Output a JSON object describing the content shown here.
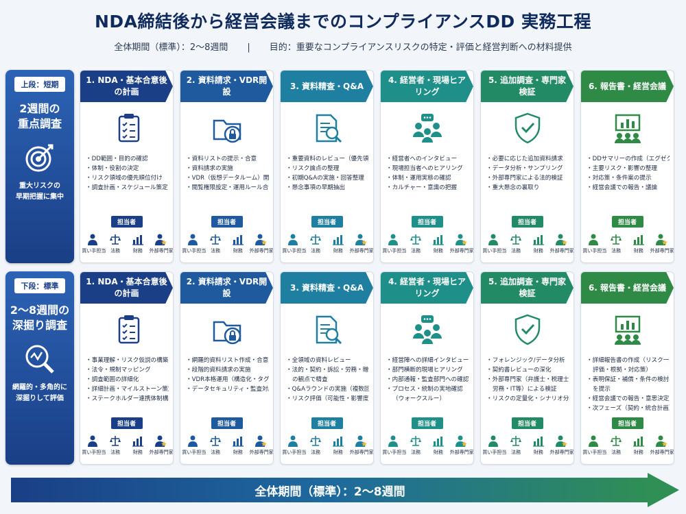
{
  "title": "NDA締結後から経営会議までのコンプライアンスDD 実務工程",
  "subtitle": {
    "period": "全体期間（標準）：2〜8週間",
    "divider": "|",
    "purpose": "目的：重要なコンプライアンスリスクの特定・評価と経営判断への材料提供"
  },
  "badge_label": "担当者",
  "roles": [
    "買い手担当",
    "法務",
    "財務",
    "外部専門家"
  ],
  "colors": [
    "#1a3f86",
    "#1f5a9e",
    "#1e7fa0",
    "#1f8f8a",
    "#238a66",
    "#2e8a45"
  ],
  "step_titles": [
    "1. NDA・基本合意後の計画",
    "2. 資料請求・VDR開設",
    "3. 資料精査・Q&A",
    "4. 経営者・現場ヒアリング",
    "5. 追加調査・専門家検証",
    "6. 報告書・経営会議"
  ],
  "step_icons": [
    "clipboard-checklist-icon",
    "cloud-folder-lock-icon",
    "document-magnifier-icon",
    "meeting-chat-icon",
    "shield-check-icon",
    "presentation-board-icon"
  ],
  "upper": {
    "tag": "上段：短期",
    "heading": [
      "2週間の",
      "重点調査"
    ],
    "icon": "target-icon",
    "desc": [
      "重大リスクの",
      "早期把握に集中"
    ],
    "steps": [
      [
        "DD範囲・目的の確認",
        "体制・役割の決定",
        "リスク領域の優先順位付け",
        "調査計画・スケジュール策定"
      ],
      [
        "資料リストの提示・合意",
        "資料請求の実施",
        "VDR（仮想データルーム）開設",
        "閲覧権限設定・運用ルール合意"
      ],
      [
        "重要資料のレビュー（優先領域）",
        "リスク論点の整理",
        "初期Q&Aの実施・回答整理",
        "懸念事項の早期抽出"
      ],
      [
        "経営者へのインタビュー",
        "現場担当者へのヒアリング",
        "体制・運用実態の確認",
        "カルチャー・意識の把握"
      ],
      [
        "必要に応じた追加資料請求",
        "データ分析・サンプリング",
        "外部専門家による法的検証",
        "重大懸念の裏取り"
      ],
      [
        "DDサマリーの作成（エグゼク）",
        "主要リスク・影響の整理",
        "対応策・条件案の提示",
        "経営会議での報告・議論"
      ]
    ]
  },
  "lower": {
    "tag": "下段：標準",
    "heading": [
      "2〜8週間の",
      "深掘り調査"
    ],
    "icon": "magnifier-chart-icon",
    "desc": [
      "網羅的・多角的に",
      "深掘りして評価"
    ],
    "steps": [
      [
        "事業理解・リスク仮説の構築",
        "法令・規制マッピング",
        "調査範囲の詳細化",
        "詳細計画・マイルストーン策定",
        "ステークホルダー連携体制構築"
      ],
      [
        "網羅的資料リスト作成・合意",
        "段階的資料請求の実施",
        "VDR本格運用（構造化・タグ付け）",
        "データセキュリティ・監査対応"
      ],
      [
        "全領域の資料レビュー",
        "法的・契約・訴訟・労務・贈収賄等",
        "の観点で精査",
        "Q&Aラウンドの実施（複数回）",
        "リスク評価（可能性・影響度）"
      ],
      [
        "経営陣への詳細インタビュー",
        "部門横断的現場ヒアリング",
        "内部通報・監査部門への確認",
        "プロセス・統制の実地確認",
        "（ウォークスルー）"
      ],
      [
        "フォレンジック/データ分析",
        "契約書レビューの深化",
        "外部専門家（弁護士・税理士・",
        "労務・IT等）による検証",
        "リスクの定量化・シナリオ分析"
      ],
      [
        "詳細報告書の作成（リスク一覧・",
        "評価・根拠・対応策）",
        "表明保証・補償・条件の検討材料",
        "を提示",
        "経営会議での報告・意思決定支援",
        "次フェーズ（契約・統合計画）へ"
      ]
    ]
  },
  "bottom_arrow": "全体期間（標準）：2〜8週間"
}
